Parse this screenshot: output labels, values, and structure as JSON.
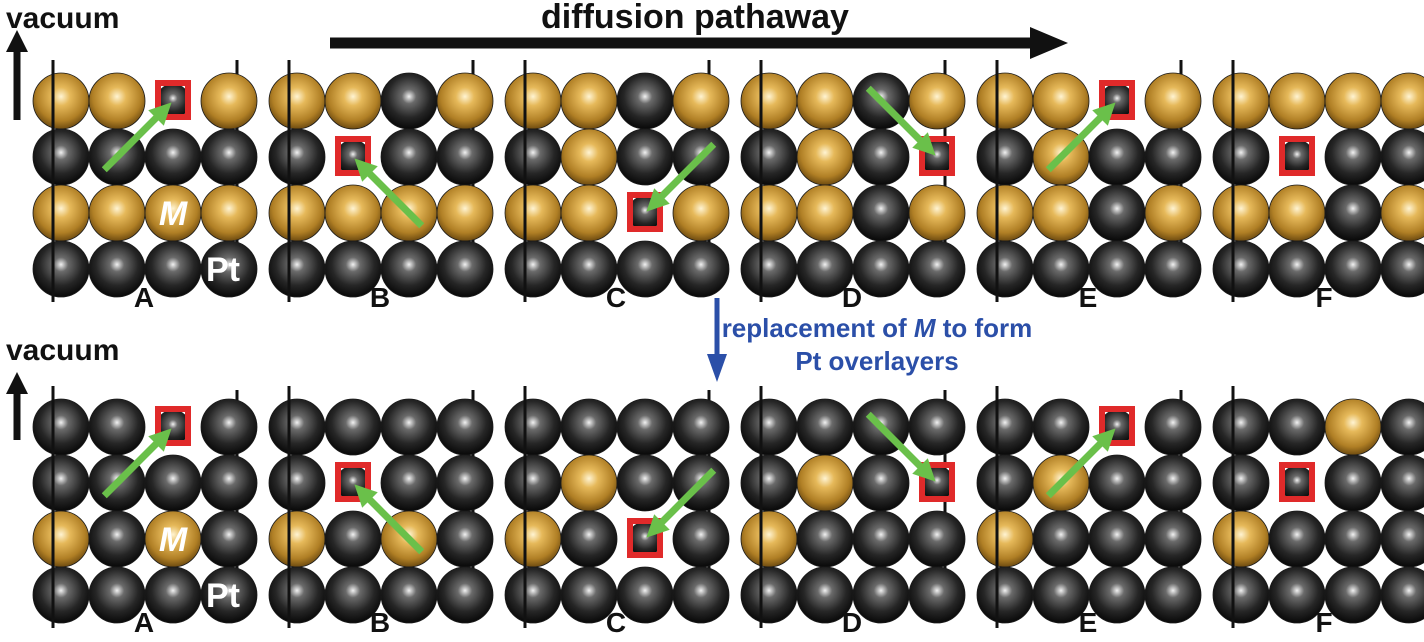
{
  "labels": {
    "vacuum_top": "vacuum",
    "vacuum_bottom": "vacuum",
    "diffusion": "diffusion pathaway",
    "replacement_prefix": "replacement of ",
    "replacement_m": "M",
    "replacement_suffix": " to form",
    "replacement_line2": "Pt overlayers",
    "atom_m": "M",
    "atom_pt": "Pt"
  },
  "panel_letters": [
    "A",
    "B",
    "C",
    "D",
    "E",
    "F"
  ],
  "colors": {
    "gold": "#c99a3a",
    "dark": "#2a2a2a",
    "vacancy": "#e02a2a",
    "hop_arrow": "#6ac04a",
    "replacement_arrow": "#2b4fa8",
    "text_blue": "#2b4fa8",
    "text_black": "#111111"
  },
  "rows": [
    {
      "name": "top",
      "panels": [
        {
          "letter": "A",
          "grid": [
            "GGVG",
            "DDDD",
            "GGMG",
            "DDDD"
          ],
          "vacancy": [
            0,
            2
          ],
          "arrow": {
            "from": [
              1,
              1
            ],
            "to": [
              0,
              2
            ]
          }
        },
        {
          "letter": "B",
          "grid": [
            "GGDG",
            "DVDD",
            "GGGG",
            "DDDD"
          ],
          "vacancy": [
            1,
            1
          ],
          "arrow": {
            "from": [
              2,
              2
            ],
            "to": [
              1,
              1
            ]
          }
        },
        {
          "letter": "C",
          "grid": [
            "GGDG",
            "DGDD",
            "GGVG",
            "DDDD"
          ],
          "vacancy": [
            2,
            2
          ],
          "arrow": {
            "from": [
              1,
              3
            ],
            "to": [
              2,
              2
            ]
          }
        },
        {
          "letter": "D",
          "grid": [
            "GGDG",
            "DGDV",
            "GGDG",
            "DDDD"
          ],
          "vacancy": [
            1,
            3
          ],
          "arrow": {
            "from": [
              0,
              2
            ],
            "to": [
              1,
              3
            ]
          }
        },
        {
          "letter": "E",
          "grid": [
            "GGVG",
            "DGDD",
            "GGDG",
            "DDDD"
          ],
          "vacancy": [
            0,
            2
          ],
          "arrow": {
            "from": [
              1,
              1
            ],
            "to": [
              0,
              2
            ]
          }
        },
        {
          "letter": "F",
          "grid": [
            "GGGG",
            "DVDD",
            "GGDG",
            "DDDD"
          ],
          "vacancy": [
            1,
            1
          ],
          "arrow": null
        }
      ]
    },
    {
      "name": "bottom",
      "panels": [
        {
          "letter": "A",
          "grid": [
            "DDVD",
            "DDDD",
            "GDMD",
            "DDDD"
          ],
          "vacancy": [
            0,
            2
          ],
          "arrow": {
            "from": [
              1,
              1
            ],
            "to": [
              0,
              2
            ]
          }
        },
        {
          "letter": "B",
          "grid": [
            "DDDD",
            "DVDD",
            "GDGD",
            "DDDD"
          ],
          "vacancy": [
            1,
            1
          ],
          "arrow": {
            "from": [
              2,
              2
            ],
            "to": [
              1,
              1
            ]
          }
        },
        {
          "letter": "C",
          "grid": [
            "DDDD",
            "DGDD",
            "GDVD",
            "DDDD"
          ],
          "vacancy": [
            2,
            2
          ],
          "arrow": {
            "from": [
              1,
              3
            ],
            "to": [
              2,
              2
            ]
          }
        },
        {
          "letter": "D",
          "grid": [
            "DDDD",
            "DGDV",
            "GDDD",
            "DDDD"
          ],
          "vacancy": [
            1,
            3
          ],
          "arrow": {
            "from": [
              0,
              2
            ],
            "to": [
              1,
              3
            ]
          }
        },
        {
          "letter": "E",
          "grid": [
            "DDVD",
            "DGDD",
            "GDDD",
            "DDDD"
          ],
          "vacancy": [
            0,
            2
          ],
          "arrow": {
            "from": [
              1,
              1
            ],
            "to": [
              0,
              2
            ]
          }
        },
        {
          "letter": "F",
          "grid": [
            "DDGD",
            "DVDD",
            "GDDD",
            "DDDD"
          ],
          "vacancy": [
            1,
            1
          ],
          "arrow": null
        }
      ]
    }
  ]
}
